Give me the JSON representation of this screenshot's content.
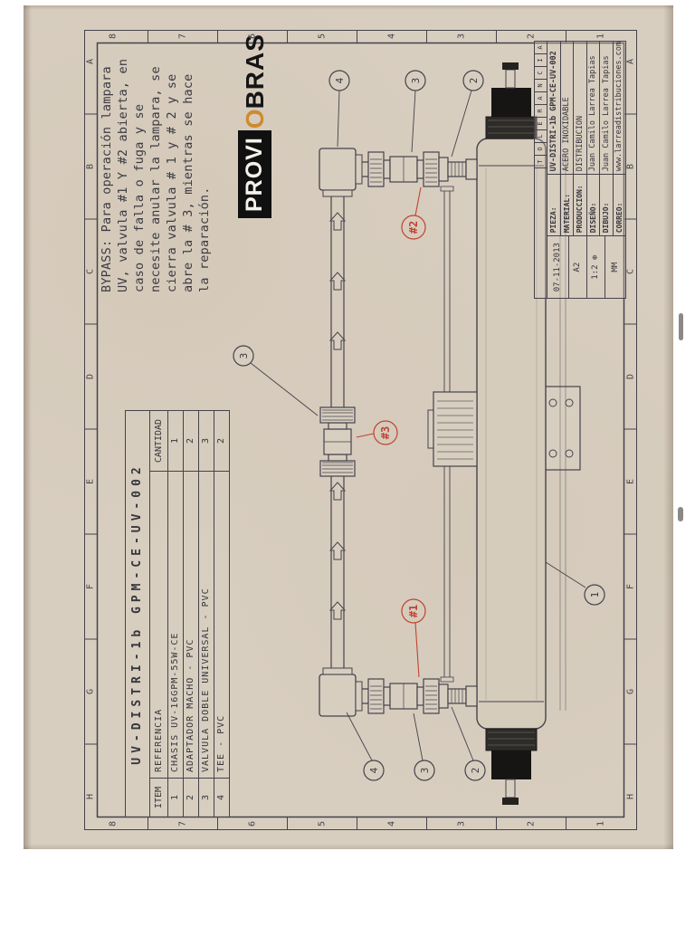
{
  "colors": {
    "paper": "#d8cec0",
    "line": "#45434b",
    "red_tag": "#bf4430",
    "logo_accent": "#cf8a2e",
    "logo_box": "#111010"
  },
  "note": {
    "lines": [
      "BYPASS: Para operación lampara",
      "UV, valvula #1 Y #2 abierta, en",
      "caso de falla o fuga y se",
      "necesite anular la lampara, se",
      "cierra valvula # 1 y # 2 y se",
      "abre la # 3, mientras se hace",
      "la reparación."
    ]
  },
  "logo": {
    "part1": "PROVI",
    "accent": "O",
    "part2": "BRAS"
  },
  "parts_table": {
    "title": "UV-DISTRI-1b GPM-CE-UV-002",
    "headers": [
      "ITEM",
      "REFERENCIA",
      "CANTIDAD"
    ],
    "rows": [
      {
        "item": "1",
        "ref": "CHASIS UV-16GPM-55W-CE",
        "qty": "1"
      },
      {
        "item": "2",
        "ref": "ADAPTADOR MACHO - PVC",
        "qty": "2"
      },
      {
        "item": "3",
        "ref": "VALVULA DOBLE UNIVERSAL - PVC",
        "qty": "3"
      },
      {
        "item": "4",
        "ref": "TEE - PVC",
        "qty": "2"
      }
    ]
  },
  "title_block": {
    "rev_cells": [
      "T",
      "O",
      "L",
      "E",
      "R",
      "A",
      "N",
      "C",
      "I",
      "A"
    ],
    "date": "07-11-2013",
    "sheet_size": "A2",
    "scale": "1:2",
    "units": "MM",
    "projection_symbol": "⊕",
    "fields": [
      {
        "label": "PIEZA:",
        "value": "UV-DISTRI-1b GPM-CE-UV-002"
      },
      {
        "label": "MATERIAL:",
        "value": "ACERO INOXIDABLE"
      },
      {
        "label": "PRODUCCION:",
        "value": "DISTRIBUCION"
      },
      {
        "label": "DISEÑO:",
        "value": "Juan Camilo Larrea Tapias"
      },
      {
        "label": "DIBUJO:",
        "value": "Juan Camilo Larrea Tapias"
      },
      {
        "label": "CORREO:",
        "value": "www.larreadistribuciones.com"
      }
    ]
  },
  "grid": {
    "letters": [
      "H",
      "G",
      "F",
      "E",
      "D",
      "C",
      "B",
      "A"
    ],
    "numbers": [
      "8",
      "7",
      "6",
      "5",
      "4",
      "3",
      "2",
      "1"
    ]
  },
  "balloons": {
    "right": [
      "4",
      "3",
      "2"
    ],
    "left": [
      "4",
      "3",
      "2"
    ],
    "middle": "3",
    "chamber": "1"
  },
  "red_tags": {
    "v1": "#1",
    "v2": "#2",
    "v3": "#3"
  }
}
